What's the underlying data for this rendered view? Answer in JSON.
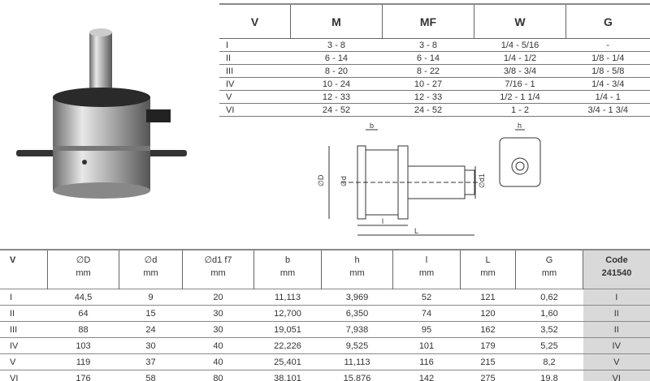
{
  "top_table": {
    "headers": [
      "V",
      "M",
      "MF",
      "W",
      "G"
    ],
    "rows": [
      [
        "I",
        "3 - 8",
        "3 - 8",
        "1/4 - 5/16",
        "-"
      ],
      [
        "II",
        "6 - 14",
        "6 - 14",
        "1/4 - 1/2",
        "1/8 - 1/4"
      ],
      [
        "III",
        "8 - 20",
        "8 - 22",
        "3/8 - 3/4",
        "1/8 - 5/8"
      ],
      [
        "IV",
        "10 - 24",
        "10 - 27",
        "7/16 - 1",
        "1/4 - 3/4"
      ],
      [
        "V",
        "12 - 33",
        "12 - 33",
        "1/2 - 1 1/4",
        "1/4 - 1"
      ],
      [
        "VI",
        "24 - 52",
        "24 - 52",
        "1 - 2",
        "3/4 - 1 3/4"
      ]
    ]
  },
  "drawing_labels": {
    "b": "b",
    "D": "∅D",
    "d": "∅d",
    "l": "l",
    "L": "L",
    "d1": "∅d1",
    "h": "h"
  },
  "bottom_table": {
    "headers": [
      {
        "name": "V",
        "unit": ""
      },
      {
        "name": "∅D",
        "unit": "mm"
      },
      {
        "name": "∅d",
        "unit": "mm"
      },
      {
        "name": "∅d1 f7",
        "unit": "mm"
      },
      {
        "name": "b",
        "unit": "mm"
      },
      {
        "name": "h",
        "unit": "mm"
      },
      {
        "name": "l",
        "unit": "mm"
      },
      {
        "name": "L",
        "unit": "mm"
      },
      {
        "name": "G",
        "unit": "mm"
      },
      {
        "name": "Code",
        "unit": "241540"
      }
    ],
    "rows": [
      [
        "I",
        "44,5",
        "9",
        "20",
        "11,113",
        "3,969",
        "52",
        "121",
        "0,62",
        "I"
      ],
      [
        "II",
        "64",
        "15",
        "30",
        "12,700",
        "6,350",
        "74",
        "120",
        "1,60",
        "II"
      ],
      [
        "III",
        "88",
        "24",
        "30",
        "19,051",
        "7,938",
        "95",
        "162",
        "3,52",
        "II"
      ],
      [
        "IV",
        "103",
        "30",
        "40",
        "22,226",
        "9,525",
        "101",
        "179",
        "5,25",
        "IV"
      ],
      [
        "V",
        "119",
        "37",
        "40",
        "25,401",
        "11,113",
        "116",
        "215",
        "8,2",
        "V"
      ],
      [
        "VI",
        "176",
        "58",
        "80",
        "38,101",
        "15,876",
        "142",
        "275",
        "19,8",
        "VI"
      ]
    ]
  }
}
